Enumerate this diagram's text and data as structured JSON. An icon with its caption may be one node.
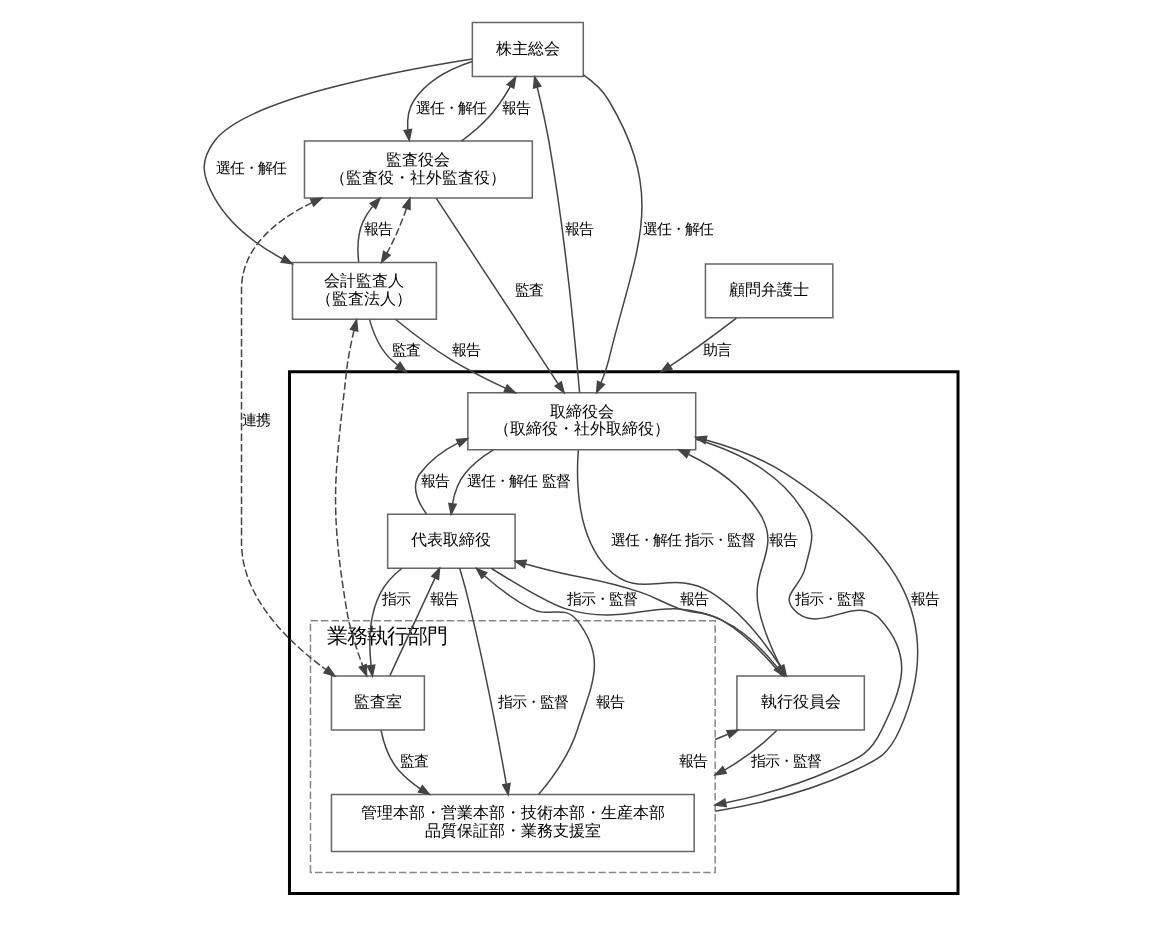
{
  "diagram": {
    "nodes": [
      {
        "text": [
          "株主総会"
        ]
      },
      {
        "text": [],
        "shape": "box"
      },
      {
        "text": [
          "取締役会",
          "（取締役・社外取締役）"
        ],
        "in": 1
      },
      {
        "text": [
          "監査役会",
          "（監査役・社外監査役）"
        ]
      },
      {
        "text": [
          "代表取締役"
        ],
        "in": 1
      },
      {
        "text": [
          "執行役員会"
        ],
        "in": 1
      },
      {
        "text": [
          "業務執行部門"
        ],
        "in": 1
      },
      {
        "text": [
          "管理本部・営業本部・技術本部・生産本部",
          "品質保証部・業務支援室"
        ],
        "in": 6
      },
      {
        "text": [
          "監査室"
        ],
        "in": 6
      },
      {
        "text": [
          "会計監査人",
          "（監査法人）"
        ]
      },
      {
        "text": [
          "顧問弁護士"
        ]
      }
    ],
    "edges": [
      {
        "from": 0,
        "to": 2,
        "arrow": "to",
        "label": "選任・解任"
      },
      {
        "from": 2,
        "to": 0,
        "arrow": "to",
        "label": "報告"
      },
      {
        "from": 0,
        "to": 3,
        "arrow": "to",
        "label": "選任・解任"
      },
      {
        "from": 3,
        "to": 0,
        "arrow": "to",
        "label": "報告"
      },
      {
        "from": 0,
        "to": 9,
        "arrow": "to",
        "label": "選任・解任"
      },
      {
        "from": 3,
        "to": 2,
        "arrow": "to",
        "label": "監査"
      },
      {
        "from": 2,
        "to": 6,
        "arrow": "to",
        "label": "指示・監督"
      },
      {
        "from": 6,
        "to": 2,
        "arrow": "to",
        "label": "報告"
      },
      {
        "from": 2,
        "to": 5,
        "arrow": "to",
        "label": "選任・解任 指示・監督"
      },
      {
        "from": 5,
        "to": 2,
        "arrow": "to",
        "label": "報告"
      },
      {
        "from": 2,
        "to": 4,
        "arrow": "to",
        "label": "選任・解任 監督"
      },
      {
        "from": 4,
        "to": 2,
        "arrow": "to",
        "label": "報告"
      },
      {
        "from": 4,
        "to": 5,
        "arrow": "to",
        "label": "指示・監督"
      },
      {
        "from": 5,
        "to": 4,
        "arrow": "to",
        "label": "報告"
      },
      {
        "from": 5,
        "to": 6,
        "arrow": "to",
        "label": "指示・監督"
      },
      {
        "from": 6,
        "to": 5,
        "arrow": "to",
        "label": "報告"
      },
      {
        "from": 4,
        "to": 7,
        "arrow": "to",
        "label": "指示・監督"
      },
      {
        "from": 7,
        "to": 4,
        "arrow": "to",
        "label": "報告"
      },
      {
        "from": 4,
        "to": 8,
        "arrow": "to",
        "label": "指示"
      },
      {
        "from": 8,
        "to": 4,
        "arrow": "to",
        "label": "報告"
      },
      {
        "from": 8,
        "to": 7,
        "arrow": "to",
        "label": "監査"
      },
      {
        "from": 9,
        "to": 2,
        "arrow": "to",
        "label": "報告"
      },
      {
        "from": 9,
        "to": 3,
        "arrow": "to",
        "label": "報告"
      },
      {
        "from": 3,
        "to": 9,
        "arrow": "both",
        "style": "dashed"
      },
      {
        "from": 3,
        "to": 8,
        "arrow": "both",
        "style": "dashed",
        "label": "連携"
      },
      {
        "from": 9,
        "to": 8,
        "arrow": "both",
        "style": "dashed"
      },
      {
        "from": 9,
        "to": 1,
        "arrow": "to",
        "label": "監査"
      },
      {
        "from": 10,
        "to": 1,
        "arrow": "to",
        "label": "助言"
      }
    ]
  }
}
